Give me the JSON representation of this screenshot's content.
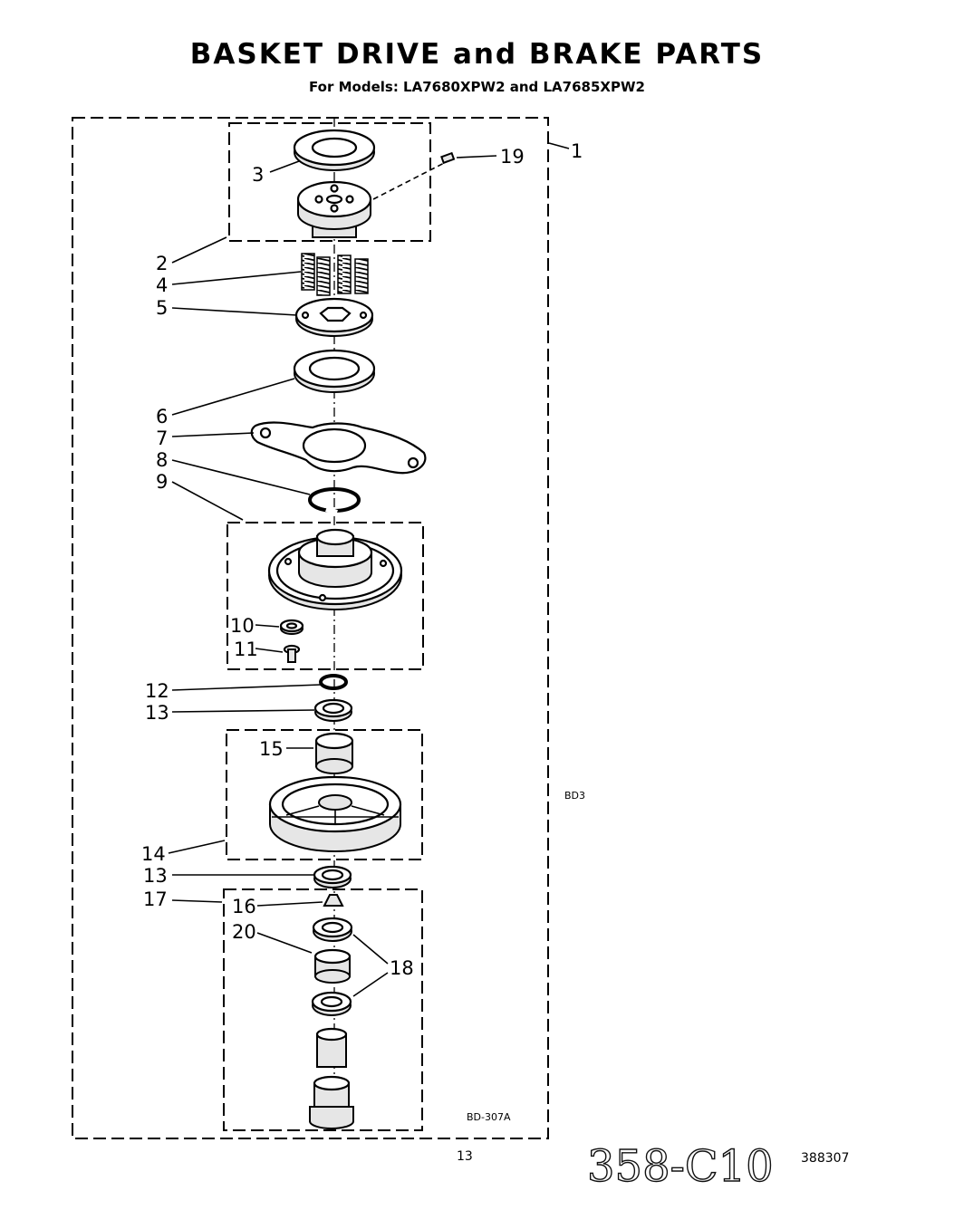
{
  "header": {
    "title": "BASKET DRIVE and BRAKE PARTS",
    "subtitle": "For Models: LA7680XPW2 and LA7685XPW2"
  },
  "callouts": {
    "c1": "1",
    "c2": "2",
    "c3": "3",
    "c4": "4",
    "c5": "5",
    "c6": "6",
    "c7": "7",
    "c8": "8",
    "c9": "9",
    "c10": "10",
    "c11": "11",
    "c12": "12",
    "c13a": "13",
    "c13b": "13",
    "c14": "14",
    "c15": "15",
    "c16": "16",
    "c17": "17",
    "c18": "18",
    "c19": "19",
    "c20": "20"
  },
  "codes": {
    "side_code": "BD3",
    "drawing_code": "BD-307A"
  },
  "footer": {
    "page_number": "13",
    "handwritten_note": "358-C10",
    "doc_number": "388307"
  }
}
